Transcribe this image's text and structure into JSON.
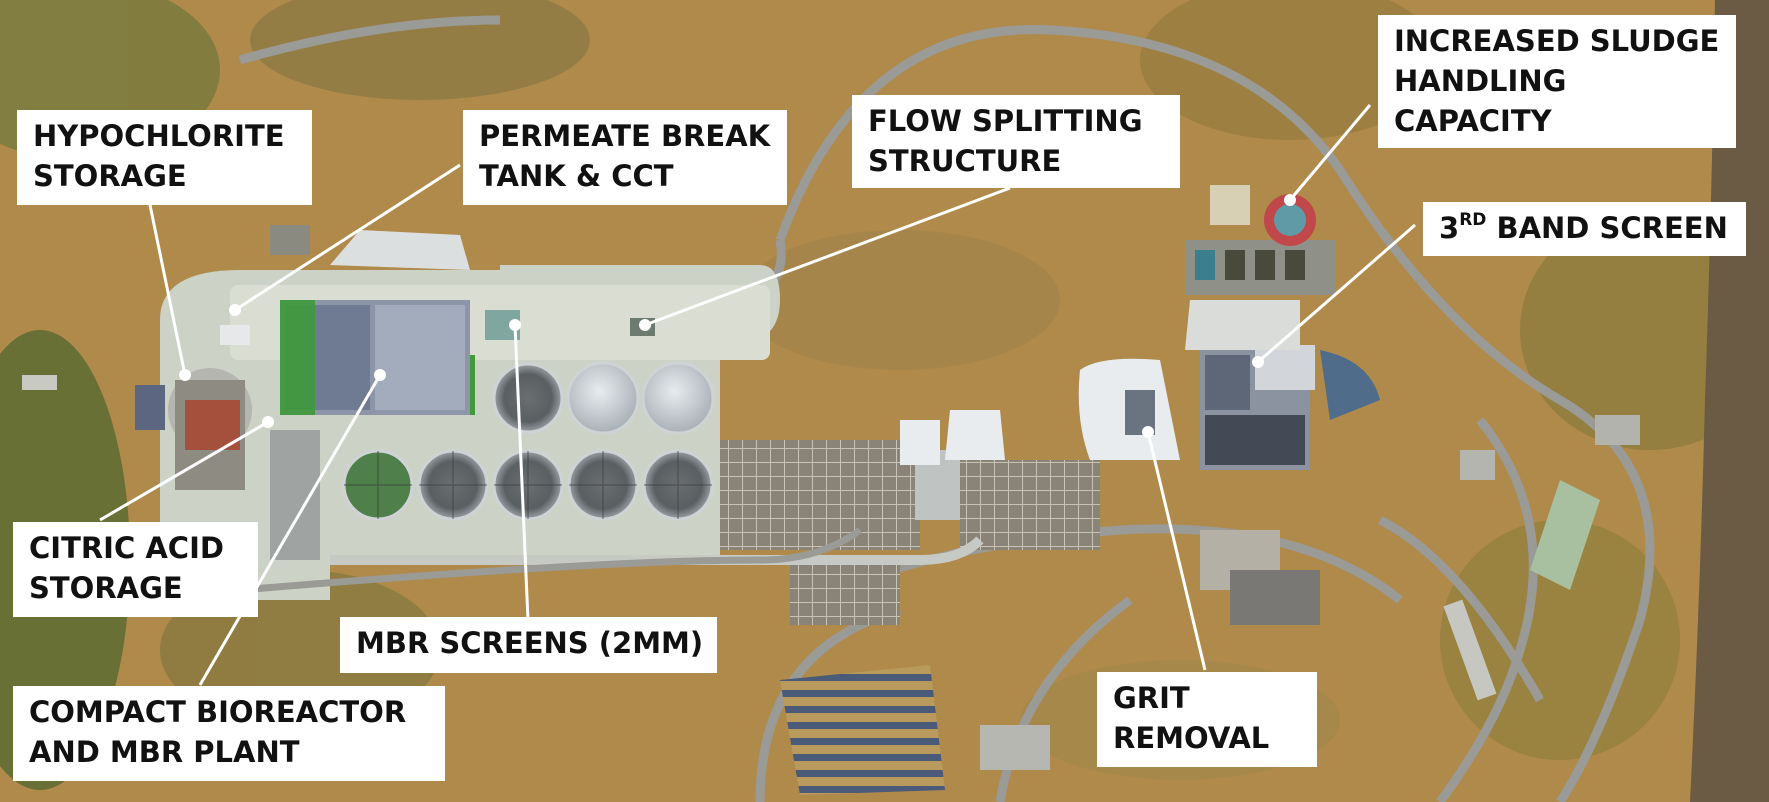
{
  "colors": {
    "terrain": "#b08a4a",
    "terrain_dark": "#7c6a3c",
    "vegetation": "#5d6b32",
    "concrete": "#d9ddd2",
    "road": "#9a9a96",
    "tank_roof": "#c9ced4",
    "filter_green": "#3f9a3a",
    "label_bg": "#ffffff",
    "label_text": "#111111",
    "leader_line": "#ffffff"
  },
  "labels": {
    "hypochlorite": {
      "line1": "HYPOCHLORITE",
      "line2": "STORAGE"
    },
    "permeate": {
      "line1": "PERMEATE BREAK",
      "line2": "TANK & CCT"
    },
    "flow_splitting": {
      "line1": "FLOW SPLITTING",
      "line2": "STRUCTURE"
    },
    "sludge": {
      "line1": "INCREASED SLUDGE",
      "line2": "HANDLING",
      "line3": "CAPACITY"
    },
    "band_screen": {
      "prefix": "3",
      "superscript": "RD",
      "suffix": " BAND SCREEN"
    },
    "citric_acid": {
      "line1": "CITRIC ACID",
      "line2": "STORAGE"
    },
    "mbr_screens": {
      "line1": "MBR SCREENS (2MM)"
    },
    "compact_bioreactor": {
      "line1": "COMPACT BIOREACTOR",
      "line2": "AND MBR PLANT"
    },
    "grit_removal": {
      "line1": "GRIT",
      "line2": "REMOVAL"
    }
  }
}
